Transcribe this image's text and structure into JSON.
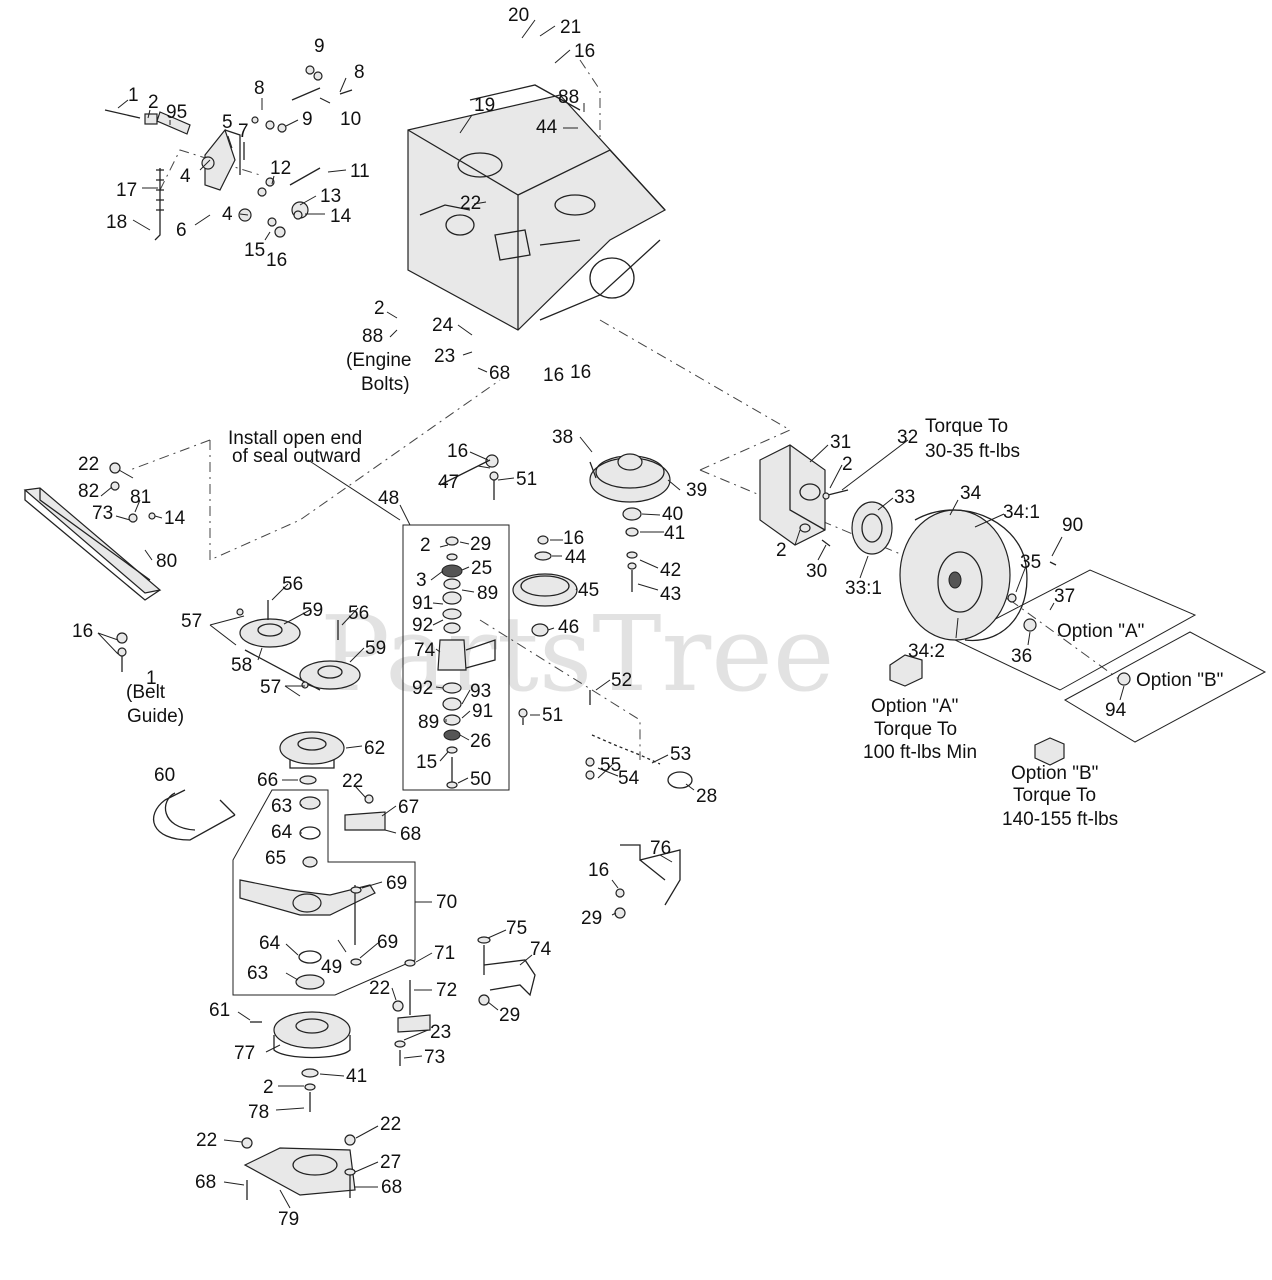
{
  "watermark": {
    "text": "PartsTree",
    "tm": "TM"
  },
  "notes": {
    "engine_bolts_1": "(Engine",
    "engine_bolts_2": "Bolts)",
    "seal_1": "Install open end",
    "seal_2": "of seal outward",
    "belt_guide_1": "(Belt",
    "belt_guide_2": "Guide)",
    "torque32_1": "Torque To",
    "torque32_2": "30-35 ft-lbs",
    "optionA_label": "Option \"A\"",
    "optionB_label": "Option \"B\"",
    "optionA_1": "Option \"A\"",
    "optionA_2": "Torque To",
    "optionA_3": "100 ft-lbs Min",
    "optionB_1": "Option \"B\"",
    "optionB_2": "Torque To",
    "optionB_3": "140-155 ft-lbs"
  },
  "labels": [
    {
      "id": "l1a",
      "t": "1"
    },
    {
      "id": "l2a",
      "t": "2"
    },
    {
      "id": "l95",
      "t": "95"
    },
    {
      "id": "l5",
      "t": "5"
    },
    {
      "id": "l7",
      "t": "7"
    },
    {
      "id": "l8a",
      "t": "8"
    },
    {
      "id": "l9a",
      "t": "9"
    },
    {
      "id": "l9b",
      "t": "9"
    },
    {
      "id": "l8b",
      "t": "8"
    },
    {
      "id": "l10",
      "t": "10"
    },
    {
      "id": "l4a",
      "t": "4"
    },
    {
      "id": "l12",
      "t": "12"
    },
    {
      "id": "l11",
      "t": "11"
    },
    {
      "id": "l17",
      "t": "17"
    },
    {
      "id": "l13",
      "t": "13"
    },
    {
      "id": "l4b",
      "t": "4"
    },
    {
      "id": "l14a",
      "t": "14"
    },
    {
      "id": "l18",
      "t": "18"
    },
    {
      "id": "l6",
      "t": "6"
    },
    {
      "id": "l15a",
      "t": "15"
    },
    {
      "id": "l16a",
      "t": "16"
    },
    {
      "id": "l20",
      "t": "20"
    },
    {
      "id": "l21",
      "t": "21"
    },
    {
      "id": "l16b",
      "t": "16"
    },
    {
      "id": "l88a",
      "t": "88"
    },
    {
      "id": "l44a",
      "t": "44"
    },
    {
      "id": "l19",
      "t": "19"
    },
    {
      "id": "l22a",
      "t": "22"
    },
    {
      "id": "l2b",
      "t": "2"
    },
    {
      "id": "l88b",
      "t": "88"
    },
    {
      "id": "l24",
      "t": "24"
    },
    {
      "id": "l23a",
      "t": "23"
    },
    {
      "id": "l68a",
      "t": "68"
    },
    {
      "id": "l16c",
      "t": "16"
    },
    {
      "id": "l16d",
      "t": "16"
    },
    {
      "id": "l22b",
      "t": "22"
    },
    {
      "id": "l82",
      "t": "82"
    },
    {
      "id": "l81",
      "t": "81"
    },
    {
      "id": "l73a",
      "t": "73"
    },
    {
      "id": "l14b",
      "t": "14"
    },
    {
      "id": "l80",
      "t": "80"
    },
    {
      "id": "l16e",
      "t": "16"
    },
    {
      "id": "l47",
      "t": "47"
    },
    {
      "id": "l51a",
      "t": "51"
    },
    {
      "id": "l48",
      "t": "48"
    },
    {
      "id": "l38",
      "t": "38"
    },
    {
      "id": "l39",
      "t": "39"
    },
    {
      "id": "l31",
      "t": "31"
    },
    {
      "id": "l32",
      "t": "32"
    },
    {
      "id": "l2c",
      "t": "2"
    },
    {
      "id": "l33",
      "t": "33"
    },
    {
      "id": "l34",
      "t": "34"
    },
    {
      "id": "l34_1",
      "t": "34:1"
    },
    {
      "id": "l90",
      "t": "90"
    },
    {
      "id": "l2d",
      "t": "2"
    },
    {
      "id": "l29a",
      "t": "29"
    },
    {
      "id": "l16f",
      "t": "16"
    },
    {
      "id": "l40",
      "t": "40"
    },
    {
      "id": "l41a",
      "t": "41"
    },
    {
      "id": "l44b",
      "t": "44"
    },
    {
      "id": "l3",
      "t": "3"
    },
    {
      "id": "l25",
      "t": "25"
    },
    {
      "id": "l89a",
      "t": "89"
    },
    {
      "id": "l42",
      "t": "42"
    },
    {
      "id": "l43",
      "t": "43"
    },
    {
      "id": "l45",
      "t": "45"
    },
    {
      "id": "l91a",
      "t": "91"
    },
    {
      "id": "l92a",
      "t": "92"
    },
    {
      "id": "l46",
      "t": "46"
    },
    {
      "id": "l74a",
      "t": "74"
    },
    {
      "id": "l2e",
      "t": "2"
    },
    {
      "id": "l30",
      "t": "30"
    },
    {
      "id": "l33_1",
      "t": "33:1"
    },
    {
      "id": "l35",
      "t": "35"
    },
    {
      "id": "l37",
      "t": "37"
    },
    {
      "id": "l34_2",
      "t": "34:2"
    },
    {
      "id": "l36",
      "t": "36"
    },
    {
      "id": "l94",
      "t": "94"
    },
    {
      "id": "l56a",
      "t": "56"
    },
    {
      "id": "l57a",
      "t": "57"
    },
    {
      "id": "l59a",
      "t": "59"
    },
    {
      "id": "l56b",
      "t": "56"
    },
    {
      "id": "l59b",
      "t": "59"
    },
    {
      "id": "l58",
      "t": "58"
    },
    {
      "id": "l57b",
      "t": "57"
    },
    {
      "id": "l16g",
      "t": "16"
    },
    {
      "id": "l1b",
      "t": "1"
    },
    {
      "id": "l52",
      "t": "52"
    },
    {
      "id": "l92b",
      "t": "92"
    },
    {
      "id": "l93",
      "t": "93"
    },
    {
      "id": "l91b",
      "t": "91"
    },
    {
      "id": "l51b",
      "t": "51"
    },
    {
      "id": "l89b",
      "t": "89"
    },
    {
      "id": "l26",
      "t": "26"
    },
    {
      "id": "l15b",
      "t": "15"
    },
    {
      "id": "l50",
      "t": "50"
    },
    {
      "id": "l53",
      "t": "53"
    },
    {
      "id": "l54",
      "t": "54"
    },
    {
      "id": "l55",
      "t": "55"
    },
    {
      "id": "l28",
      "t": "28"
    },
    {
      "id": "l62",
      "t": "62"
    },
    {
      "id": "l60",
      "t": "60"
    },
    {
      "id": "l66",
      "t": "66"
    },
    {
      "id": "l22c",
      "t": "22"
    },
    {
      "id": "l67",
      "t": "67"
    },
    {
      "id": "l63a",
      "t": "63"
    },
    {
      "id": "l64a",
      "t": "64"
    },
    {
      "id": "l68b",
      "t": "68"
    },
    {
      "id": "l65",
      "t": "65"
    },
    {
      "id": "l76",
      "t": "76"
    },
    {
      "id": "l69a",
      "t": "69"
    },
    {
      "id": "l16h",
      "t": "16"
    },
    {
      "id": "l70",
      "t": "70"
    },
    {
      "id": "l29b",
      "t": "29"
    },
    {
      "id": "l75",
      "t": "75"
    },
    {
      "id": "l74b",
      "t": "74"
    },
    {
      "id": "l69b",
      "t": "69"
    },
    {
      "id": "l64b",
      "t": "64"
    },
    {
      "id": "l49",
      "t": "49"
    },
    {
      "id": "l71",
      "t": "71"
    },
    {
      "id": "l63b",
      "t": "63"
    },
    {
      "id": "l22d",
      "t": "22"
    },
    {
      "id": "l72",
      "t": "72"
    },
    {
      "id": "l29c",
      "t": "29"
    },
    {
      "id": "l61",
      "t": "61"
    },
    {
      "id": "l23b",
      "t": "23"
    },
    {
      "id": "l77",
      "t": "77"
    },
    {
      "id": "l73b",
      "t": "73"
    },
    {
      "id": "l41b",
      "t": "41"
    },
    {
      "id": "l2f",
      "t": "2"
    },
    {
      "id": "l78",
      "t": "78"
    },
    {
      "id": "l22e",
      "t": "22"
    },
    {
      "id": "l22f",
      "t": "22"
    },
    {
      "id": "l27",
      "t": "27"
    },
    {
      "id": "l68c",
      "t": "68"
    },
    {
      "id": "l68d",
      "t": "68"
    },
    {
      "id": "l79",
      "t": "79"
    }
  ]
}
